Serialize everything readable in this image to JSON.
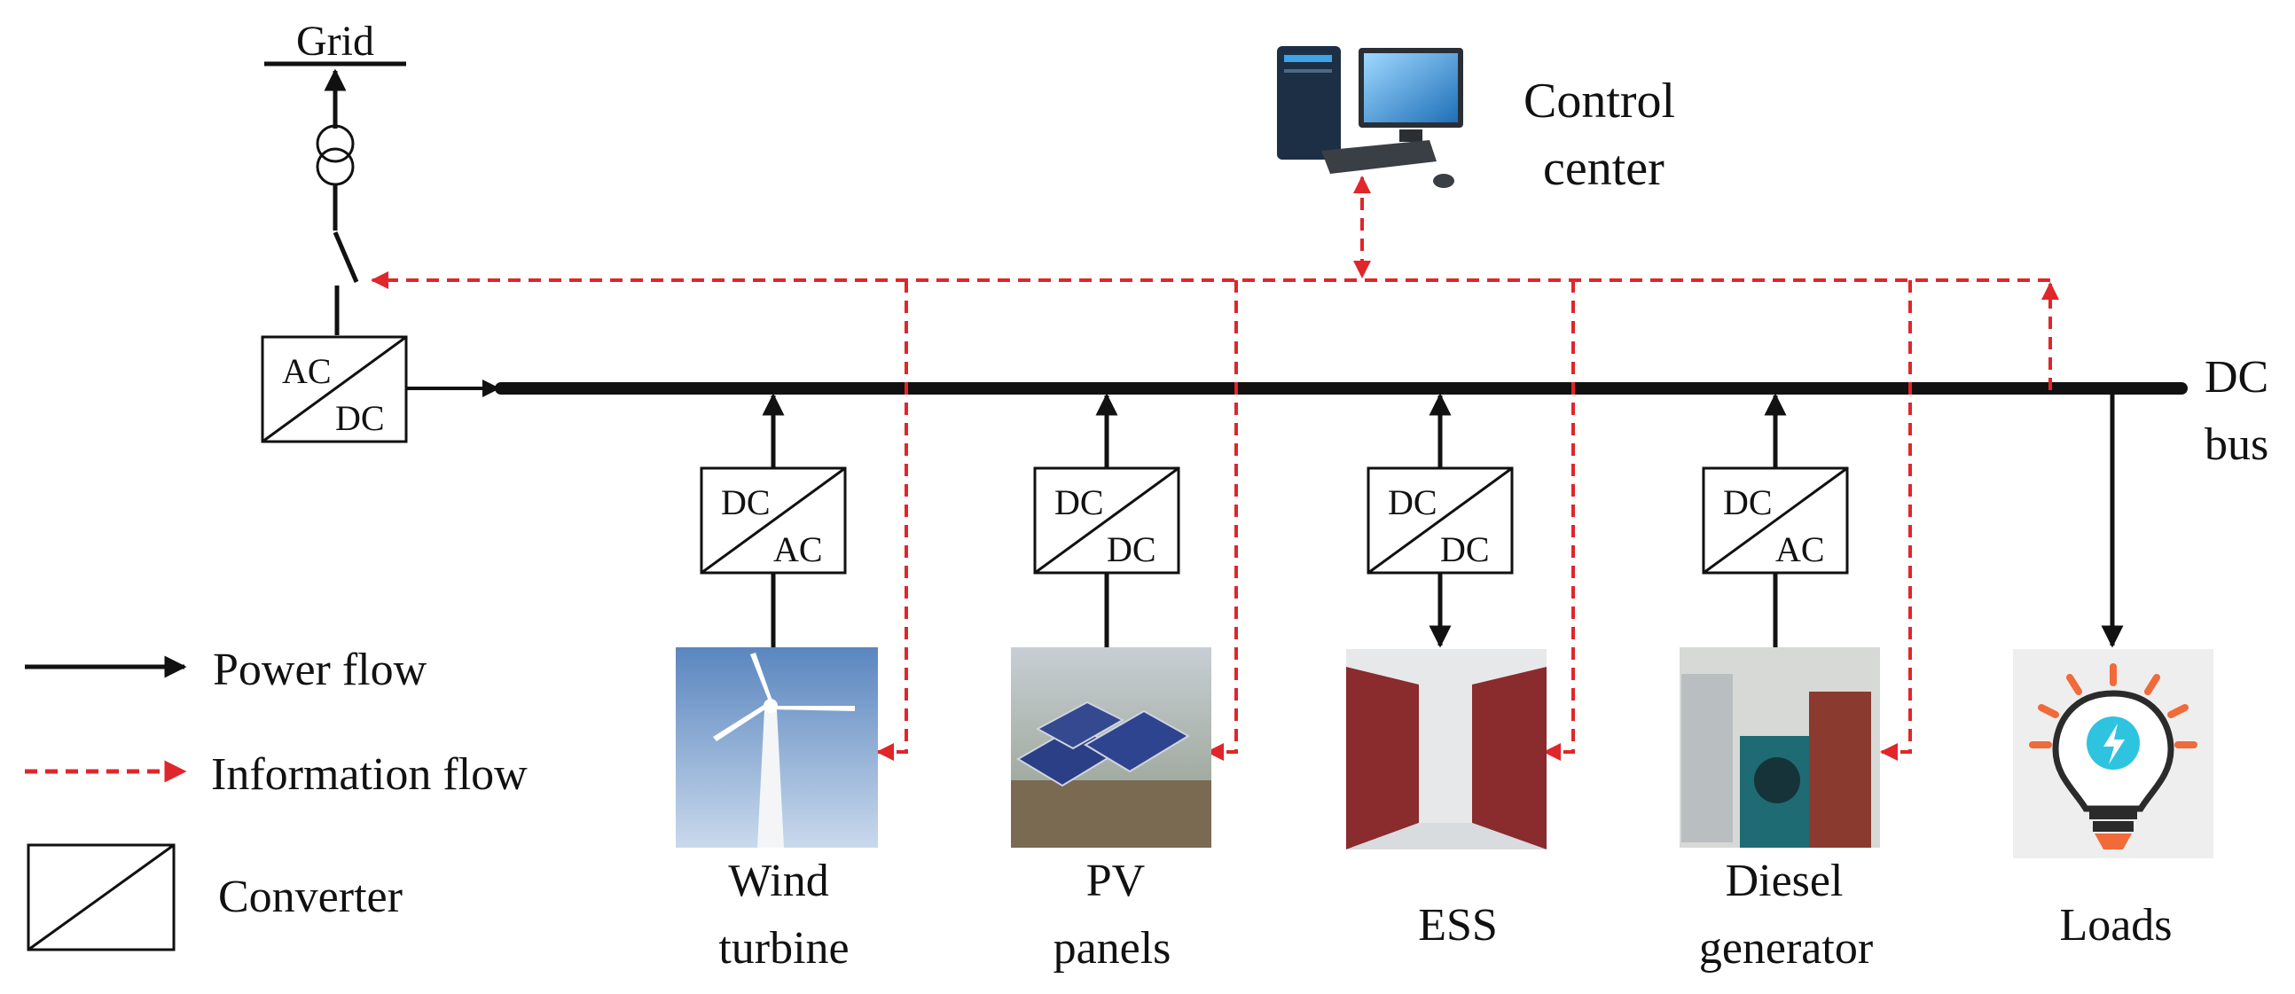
{
  "grid_label": "Grid",
  "control_center": {
    "line1": "Control",
    "line2": "center"
  },
  "dc_bus": {
    "line1": "DC",
    "line2": "bus"
  },
  "grid_converter": {
    "top": "AC",
    "bottom": "DC"
  },
  "sources": [
    {
      "top": "DC",
      "bottom": "AC",
      "label1": "Wind",
      "label2": "turbine"
    },
    {
      "top": "DC",
      "bottom": "DC",
      "label1": "PV",
      "label2": "panels"
    },
    {
      "top": "DC",
      "bottom": "DC",
      "label1": "",
      "label2": "ESS"
    },
    {
      "top": "DC",
      "bottom": "AC",
      "label1": "Diesel",
      "label2": "generator"
    }
  ],
  "loads_label": "Loads",
  "legend": {
    "power_flow": "Power flow",
    "information_flow": "Information flow",
    "converter": "Converter"
  },
  "colors": {
    "power": "#111111",
    "information": "#e0262a"
  }
}
